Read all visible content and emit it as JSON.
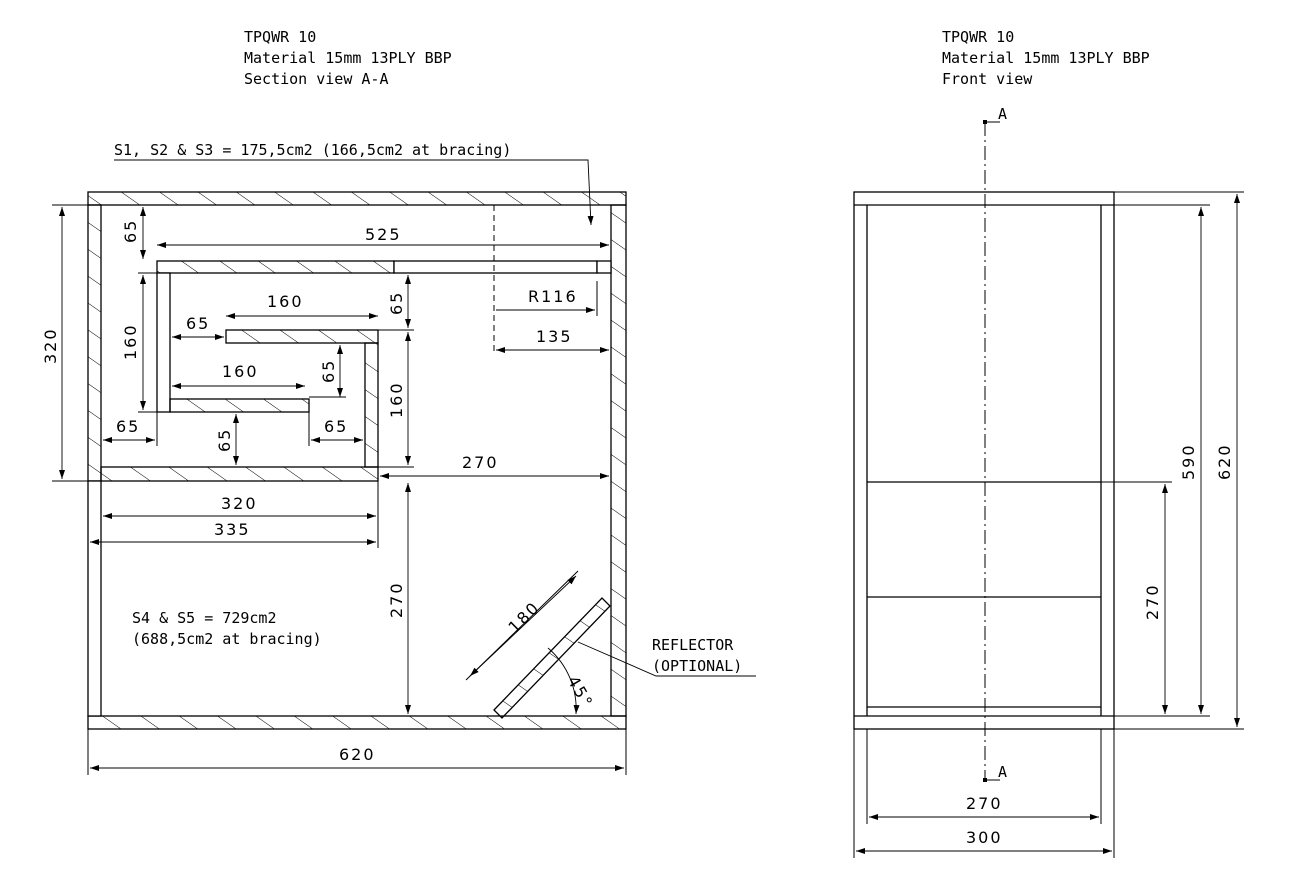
{
  "section_view": {
    "title_1": "TPQWR 10",
    "title_2": "Material 15mm 13PLY BBP",
    "title_3": "Section view A-A",
    "note_top": "S1, S2 & S3 = 175,5cm2 (166,5cm2  at bracing)",
    "note_bottom_1": "S4 & S5 = 729cm2",
    "note_bottom_2": "(688,5cm2 at bracing)",
    "reflector_1": "REFLECTOR",
    "reflector_2": "(OPTIONAL)",
    "dims": {
      "d525": "525",
      "d65_top": "65",
      "d320_left": "320",
      "d160_left": "160",
      "d65_mid": "65",
      "d160_top": "160",
      "d65_v1": "65",
      "d160_inner": "160",
      "d65_v2": "65",
      "d160_right": "160",
      "d65_left_low": "65",
      "d65_v3": "65",
      "d65_right_low": "65",
      "r116": "R116",
      "d135": "135",
      "d270_h": "270",
      "d320_bottom": "320",
      "d335": "335",
      "d270_v": "270",
      "d180": "180",
      "angle": "45°",
      "d620": "620"
    }
  },
  "front_view": {
    "title_1": "TPQWR 10",
    "title_2": "Material 15mm 13PLY BBP",
    "title_3": "Front view",
    "section_mark_top": "A",
    "section_mark_bottom": "A",
    "dims": {
      "d590": "590",
      "d620": "620",
      "d270_v": "270",
      "d270_h": "270",
      "d300": "300"
    }
  }
}
